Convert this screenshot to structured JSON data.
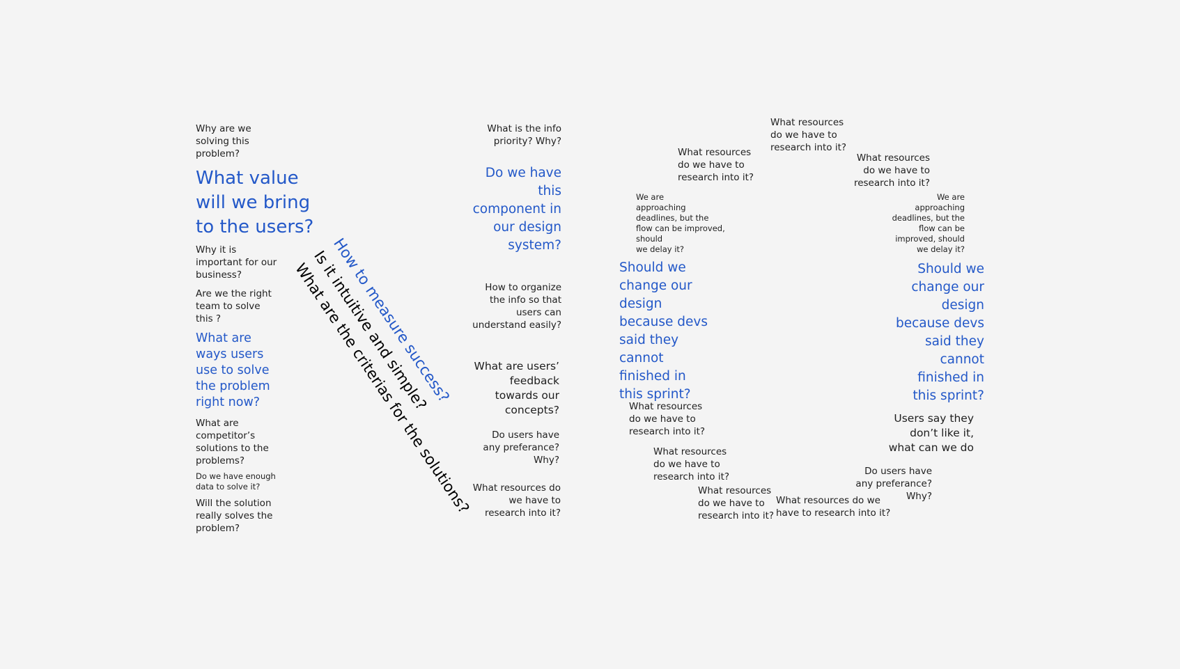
{
  "notes": {
    "left_why": "Why are we\nsolving this\nproblem?",
    "left_value": "What value\nwill we bring\nto the users?",
    "left_important": "Why it is\nimportant for our\nbusiness?",
    "left_right_team": "Are we the right\nteam to solve\nthis ?",
    "left_ways": "What are\nways users\nuse to solve\nthe problem\nright now?",
    "left_competitors": "What are\ncompetitor’s\nsolutions to the\nproblems?",
    "left_data": "Do we have enough\ndata to solve it?",
    "left_solution": "Will the solution\nreally solves the\nproblem?",
    "diag_measure": "How to measure success?",
    "diag_intuitive": "Is it intuitive and simple?",
    "diag_criterias": "What are the criterias for the solutions?",
    "mid_info_priority": "What is the info\npriority? Why?",
    "mid_component": "Do we have\nthis\ncomponent in\nour design\nsystem?",
    "mid_organize": "How to organize\nthe info so that\nusers can\nunderstand easily?",
    "mid_feedback": "What are users’\nfeedback\ntowards our\nconcepts?",
    "mid_preference": "Do users have\nany preferance?\nWhy?",
    "mid_resources": "What resources do\nwe have to\nresearch into it?",
    "c_res_top": "What resources\ndo we have to\nresearch into it?",
    "c_deadlines": "We are\napproaching\ndeadlines, but the\nflow can be improved,\nshould\nwe delay it?",
    "c_change": "Should we\nchange our\ndesign\nbecause devs\nsaid they\ncannot\nfinished in\nthis sprint?",
    "c_res_1": "What resources\ndo we have to\nresearch into it?",
    "c_res_2": "What resources\ndo we have to\nresearch into it?",
    "c_res_3": "What resources\ndo we have to\nresearch into it?",
    "top_res": "What resources\ndo we have to\nresearch into it?",
    "bottom_res": "What resources do we\nhave to research into it?",
    "r_res_top": "What resources\ndo we have to\nresearch into it?",
    "r_deadlines": "We are\napproaching\ndeadlines, but the\nflow can be\nimproved, should\nwe delay it?",
    "r_change": "Should we\nchange our\ndesign\nbecause devs\nsaid they\ncannot\nfinished in\nthis sprint?",
    "r_users_say": "Users say they\ndon’t like it,\nwhat can we do",
    "r_preference": "Do users have\nany preferance?\nWhy?"
  }
}
